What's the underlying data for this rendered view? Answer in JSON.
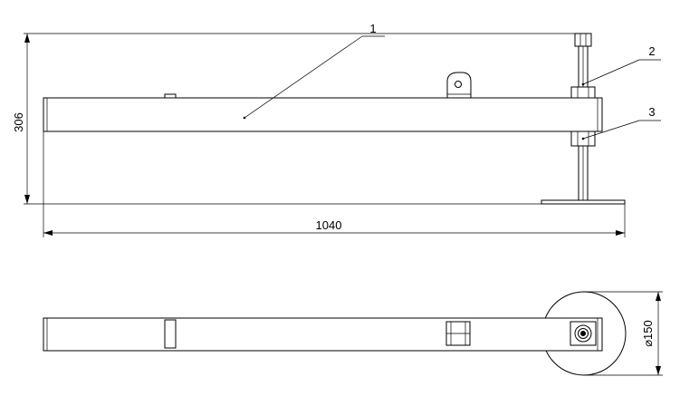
{
  "drawing": {
    "dimensions": {
      "height": "306",
      "length": "1040",
      "diameter": "⌀150"
    },
    "callouts": {
      "c1": "1",
      "c2": "2",
      "c3": "3"
    }
  }
}
